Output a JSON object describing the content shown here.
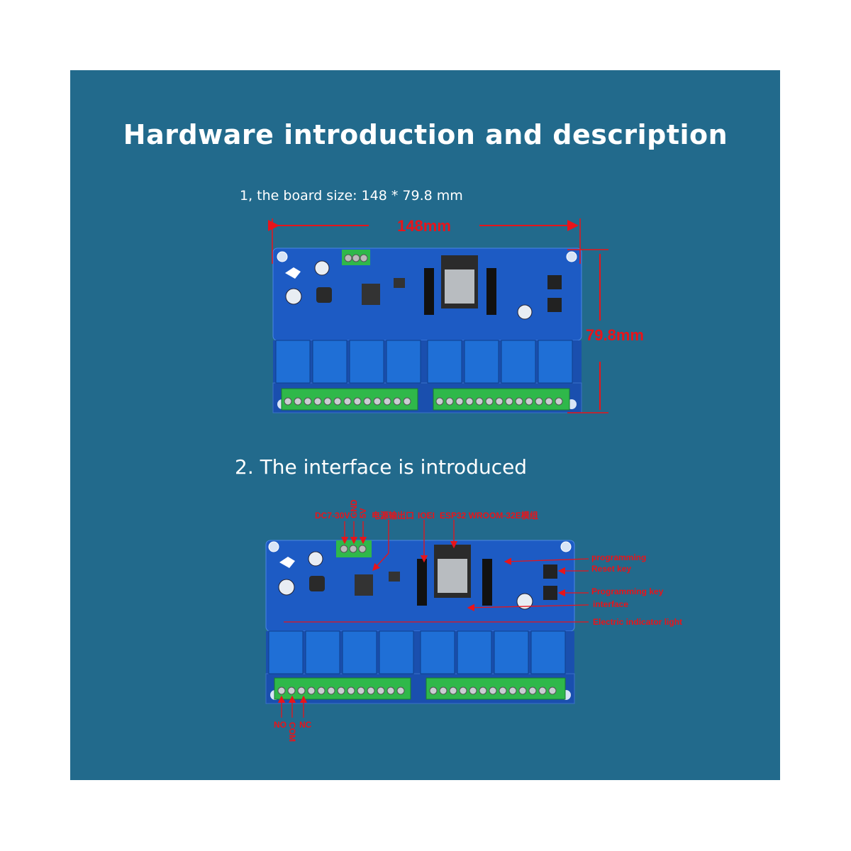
{
  "title": "Hardware introduction and description",
  "section1": {
    "heading": "1, the board size: 148 * 79.8 mm",
    "width_label": "148mm",
    "height_label": "79.8mm"
  },
  "section2": {
    "heading": "2. The interface is introduced",
    "labels": {
      "dc": "DC7-30V",
      "gnd": "GND",
      "v5": "5V",
      "power_out": "电源输出口",
      "io": "IOEI",
      "esp": "ESP32 WROOM-32E模组",
      "programming": "programming",
      "reset": "Reset key",
      "prog_key": "Programming key",
      "interface": "interface",
      "indicator": "Electric indicator light",
      "no": "NO",
      "com": "COM",
      "nc": "NC"
    }
  },
  "colors": {
    "background": "#226a8c",
    "pcb": "#1d5bc4",
    "relay": "#1f6fd6",
    "terminal": "#2fb84a",
    "annotation": "#e8141a"
  }
}
